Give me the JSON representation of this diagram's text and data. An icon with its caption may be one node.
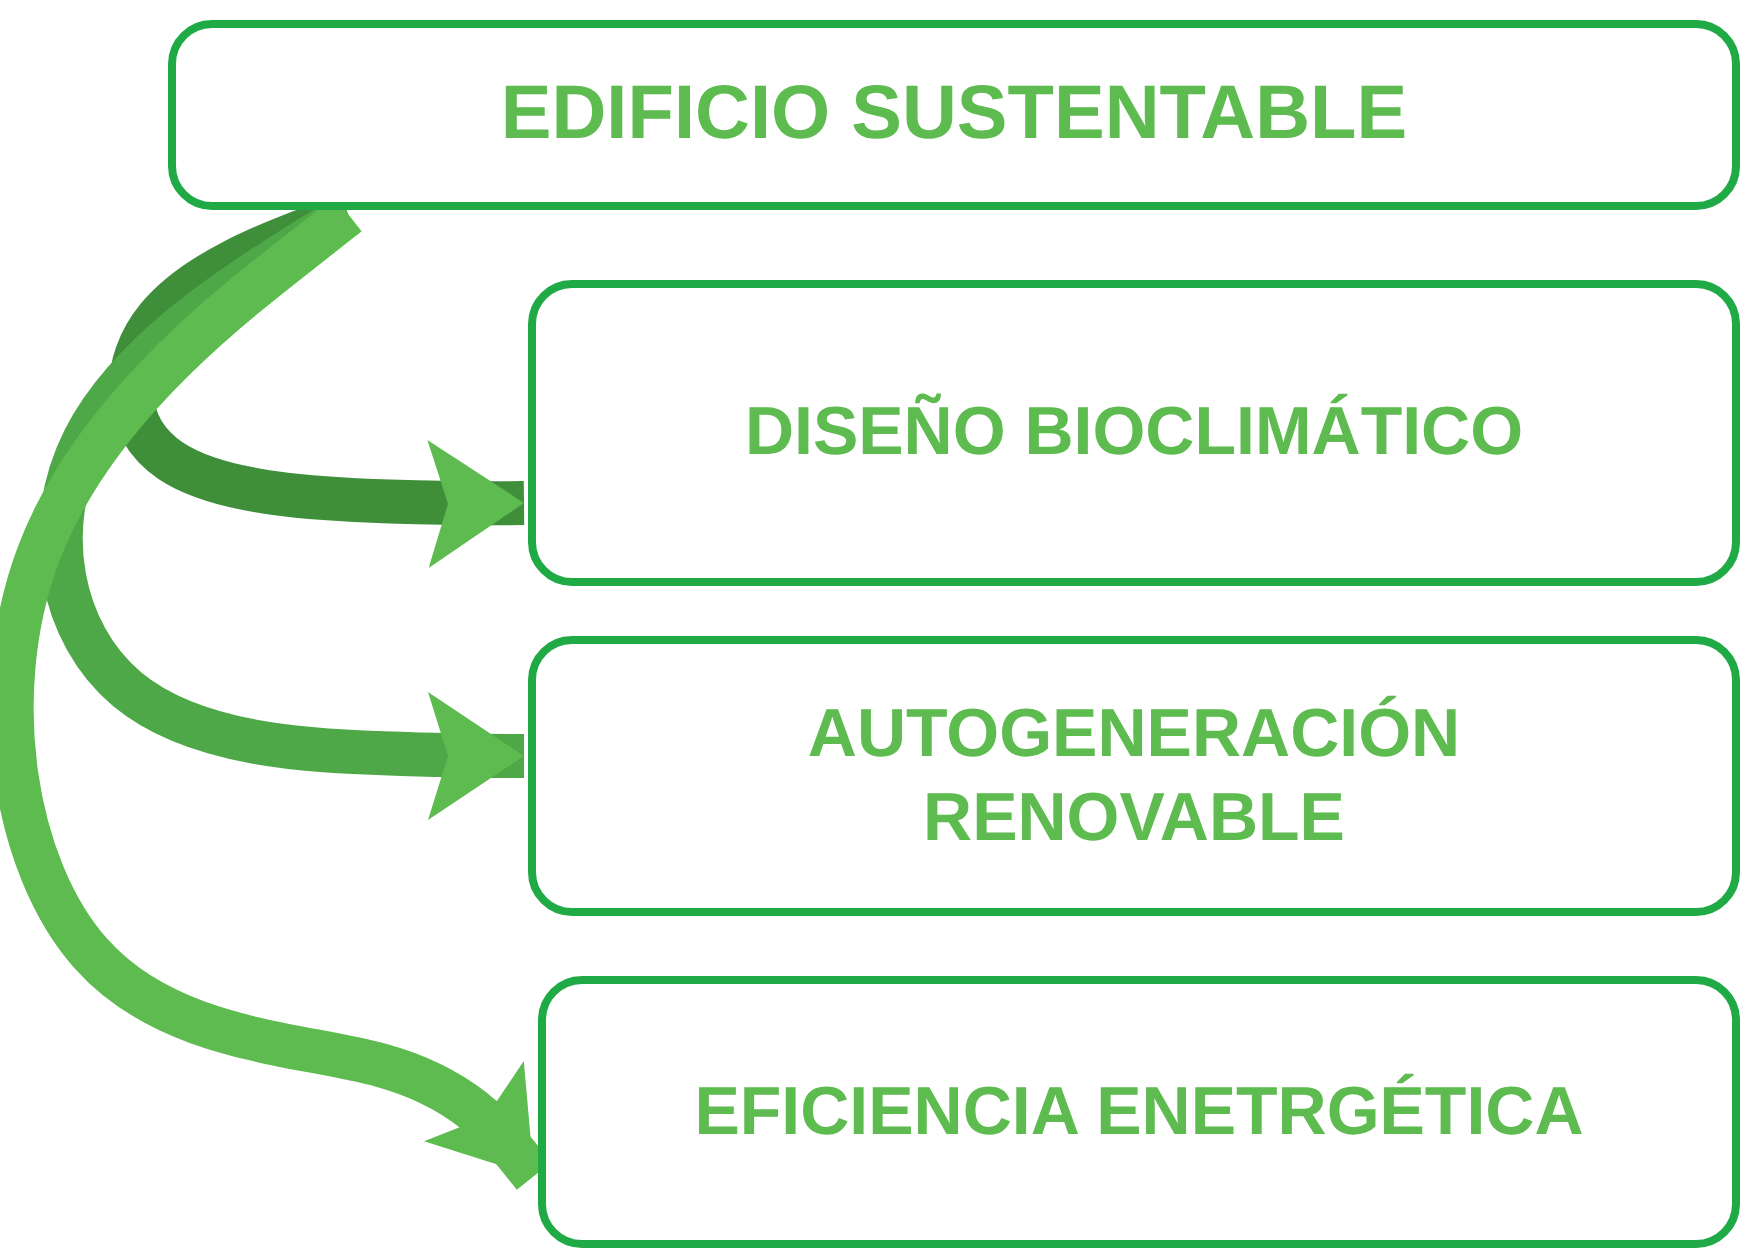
{
  "diagram": {
    "nodes": [
      {
        "text": [
          "EDIFICIO SUSTENTABLE"
        ]
      },
      {
        "text": [
          "DISEÑO BIOCLIMÁTICO"
        ]
      },
      {
        "text": [
          "AUTOGENERACIÓN RENOVABLE"
        ]
      },
      {
        "text": [
          "EFICIENCIA ENETRGÉTICA"
        ]
      }
    ],
    "edges": [
      {
        "from": 0,
        "to": 1,
        "arrow": "to"
      },
      {
        "from": 0,
        "to": 2,
        "arrow": "to"
      },
      {
        "from": 0,
        "to": 3,
        "arrow": "to"
      }
    ]
  }
}
